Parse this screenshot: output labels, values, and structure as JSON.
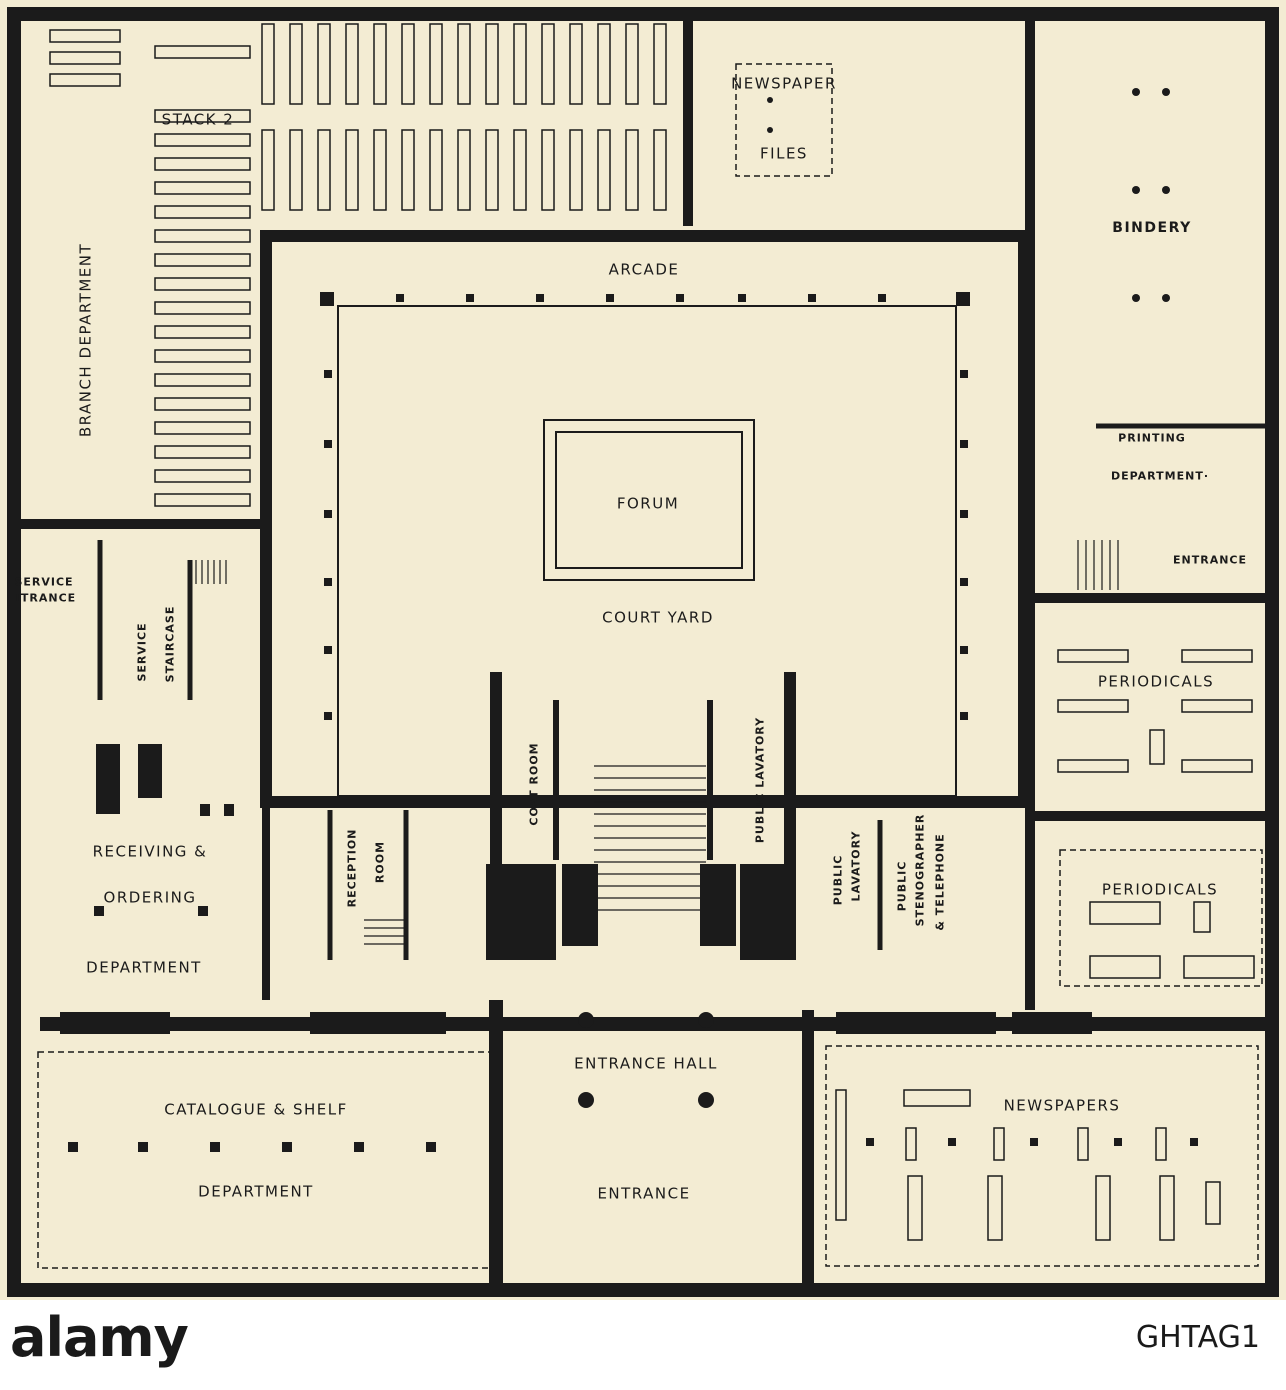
{
  "labels": {
    "stack2": "STACK 2",
    "newspaper": "NEWSPAPER",
    "files": "FILES",
    "bindery": "BINDERY",
    "branch_department": "BRANCH DEPARTMENT",
    "arcade": "ARCADE",
    "forum": "FORUM",
    "printing": "PRINTING",
    "department": "DEPARTMENT·",
    "entrance_side": "ENTRANCE",
    "service_entrance_1": "SERVICE",
    "service_entrance_2": "ITRANCE",
    "service_staircase_1": "SERVICE",
    "service_staircase_2": "STAIRCASE",
    "court_yard": "COURT YARD",
    "periodicals_1": "PERIODICALS",
    "periodicals_2": "PERIODICALS",
    "coat_room": "COAT ROOM",
    "public_lavatory_1": "PUBLIC LAVATORY",
    "reception_room_1": "RECEPTION",
    "reception_room_2": "ROOM",
    "public_lavatory_2a": "PUBLIC",
    "public_lavatory_2b": "LAVATORY",
    "stenographer_1": "PUBLIC",
    "stenographer_2": "STENOGRAPHER",
    "stenographer_3": "& TELEPHONE",
    "receiving_1": "RECEIVING &",
    "receiving_2": "ORDERING",
    "receiving_3": "DEPARTMENT",
    "entrance_hall": "ENTRANCE HALL",
    "newspapers": "NEWSPAPERS",
    "catalogue_1": "CATALOGUE & SHELF",
    "catalogue_2": "DEPARTMENT",
    "entrance_main": "ENTRANCE"
  },
  "footer": {
    "brand": "alamy",
    "stock_id": "GHTAG1"
  },
  "colors": {
    "paper": "#f3ecd3",
    "ink": "#1b1b1b"
  }
}
